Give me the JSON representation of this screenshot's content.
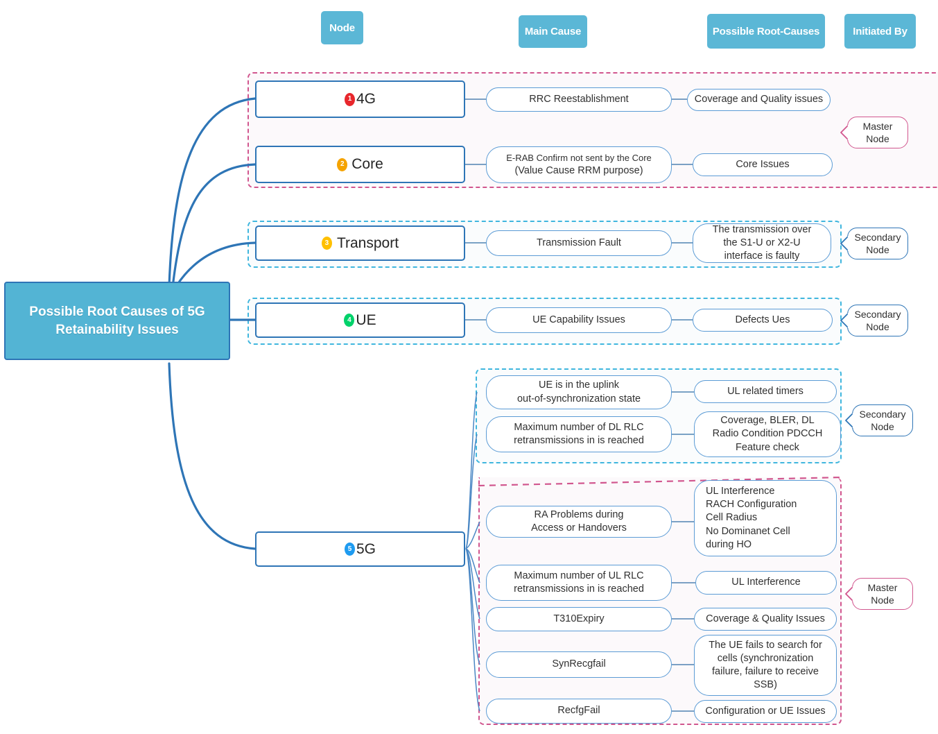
{
  "diagram": {
    "title": "Possible Root Causes of 5G Retainability Issues",
    "type": "mind-map",
    "colors": {
      "header_fill": "#5BB7D6",
      "root_fill": "#53B4D4",
      "node_border": "#2E75B6",
      "pill_border": "#5B9BD5",
      "master_dashed": "#D1568E",
      "secondary_dashed": "#3FB6DE",
      "connector": "#2E75B6"
    }
  },
  "column_headers": [
    {
      "label": "Node"
    },
    {
      "label": "Main Cause"
    },
    {
      "label": "Possible Root-Causes"
    },
    {
      "label": "Initiated By"
    }
  ],
  "root": {
    "label": "Possible Root Causes of 5G Retainability Issues"
  },
  "bullets": {
    "one": {
      "number": "1",
      "color": "#E8272C"
    },
    "two": {
      "number": "2",
      "color": "#F5A300"
    },
    "three": {
      "number": "3",
      "color": "#FFC000"
    },
    "four": {
      "number": "4",
      "color": "#00D26A"
    },
    "five": {
      "number": "5",
      "color": "#1E9BF0"
    }
  },
  "nodes": [
    {
      "id": "4g",
      "label": "4G",
      "bullet": "1",
      "group": "master",
      "initiated_by": "Master Node",
      "rows": [
        {
          "cause": "RRC Reestablishment",
          "root_cause": "Coverage and Quality issues"
        },
        {
          "cause": "E-RAB Confirm not sent by the Core\n(Value Cause  RRM purpose)",
          "root_cause": "Core Issues"
        }
      ]
    },
    {
      "id": "core",
      "label": "Core",
      "bullet": "2",
      "group": "master",
      "initiated_by": "Master Node",
      "rows": []
    },
    {
      "id": "transport",
      "label": "Transport",
      "bullet": "3",
      "group": "secondary",
      "initiated_by": "Secondary Node",
      "rows": [
        {
          "cause": "Transmission Fault",
          "root_cause": "The transmission over the S1-U or X2-U interface is faulty"
        }
      ]
    },
    {
      "id": "ue",
      "label": "UE",
      "bullet": "4",
      "group": "secondary",
      "initiated_by": "Secondary Node",
      "rows": [
        {
          "cause": "UE Capability Issues",
          "root_cause": "Defects Ues"
        }
      ]
    },
    {
      "id": "5g",
      "label": "5G",
      "bullet": "5",
      "group": "mixed",
      "initiated_by": "Secondary Node / Master Node",
      "rows": [
        {
          "cause": "UE is in the uplink out-of-synchronization state",
          "root_cause": "UL related timers",
          "group": "secondary"
        },
        {
          "cause": "Maximum number of DL RLC retransmissions in is reached",
          "root_cause": "Coverage, BLER, DL Radio Condition PDCCH Feature check",
          "group": "secondary"
        },
        {
          "cause": "RA Problems during Access or Handovers",
          "root_cause": "UL Interference\nRACH Configuration\nCell Radius\nNo Dominanet Cell\nduring HO",
          "group": "master"
        },
        {
          "cause": "Maximum number of UL RLC retransmissions in is reached",
          "root_cause": "UL Interference",
          "group": "master"
        },
        {
          "cause": "T310Expiry",
          "root_cause": "Coverage & Quality Issues",
          "group": "master"
        },
        {
          "cause": "SynRecgfail",
          "root_cause": "The UE fails to search for cells (synchronization failure, failure to receive SSB)",
          "group": "master"
        },
        {
          "cause": "RecfgFail",
          "root_cause": "Configuration or UE Issues",
          "group": "master"
        }
      ]
    }
  ],
  "labels": {
    "node_4g": "4G",
    "node_core": "Core",
    "node_transport": "Transport",
    "node_ue": "UE",
    "node_5g": "5G",
    "cause_rrc": "RRC Reestablishment",
    "cause_erab_l1": "E-RAB Confirm not sent by the Core",
    "cause_erab_l2": "(Value Cause  RRM purpose)",
    "cause_transmission_fault": "Transmission Fault",
    "cause_ue_capability": "UE Capability Issues",
    "cause_uplink_l1": "UE is in the uplink",
    "cause_uplink_l2": "out-of-synchronization state",
    "cause_dlrlc_l1": "Maximum number of DL RLC",
    "cause_dlrlc_l2": "retransmissions in is reached",
    "cause_ra_l1": "RA Problems during",
    "cause_ra_l2": "Access or Handovers",
    "cause_ulrlc_l1": "Maximum number of UL RLC",
    "cause_ulrlc_l2": "retransmissions in is reached",
    "cause_t310": "T310Expiry",
    "cause_synrecgfail": "SynRecgfail",
    "cause_recfgfail": "RecfgFail",
    "rc_coverage_quality": "Coverage and Quality issues",
    "rc_core_issues": "Core Issues",
    "rc_transmission_l1": "The transmission over",
    "rc_transmission_l2": "the S1-U or X2-U",
    "rc_transmission_l3": "interface is faulty",
    "rc_defects_ues": "Defects Ues",
    "rc_ul_timers": "UL related timers",
    "rc_coverage_bler_l1": "Coverage, BLER, DL",
    "rc_coverage_bler_l2": "Radio Condition PDCCH",
    "rc_coverage_bler_l3": "Feature check",
    "rc_ra_l1": "UL Interference",
    "rc_ra_l2": "RACH Configuration",
    "rc_ra_l3": "Cell Radius",
    "rc_ra_l4": "No Dominanet Cell",
    "rc_ra_l5": "during HO",
    "rc_ul_interference": "UL Interference",
    "rc_coverage_quality2": "Coverage & Quality Issues",
    "rc_synrecg_l1": "The UE fails to search for",
    "rc_synrecg_l2": "cells (synchronization",
    "rc_synrecg_l3": "failure, failure to receive",
    "rc_synrecg_l4": "SSB)",
    "rc_config_ue": "Configuration or UE Issues",
    "callout_master_l1": "Master",
    "callout_master_l2": "Node",
    "callout_secondary_l1": "Secondary",
    "callout_secondary_l2": "Node"
  }
}
